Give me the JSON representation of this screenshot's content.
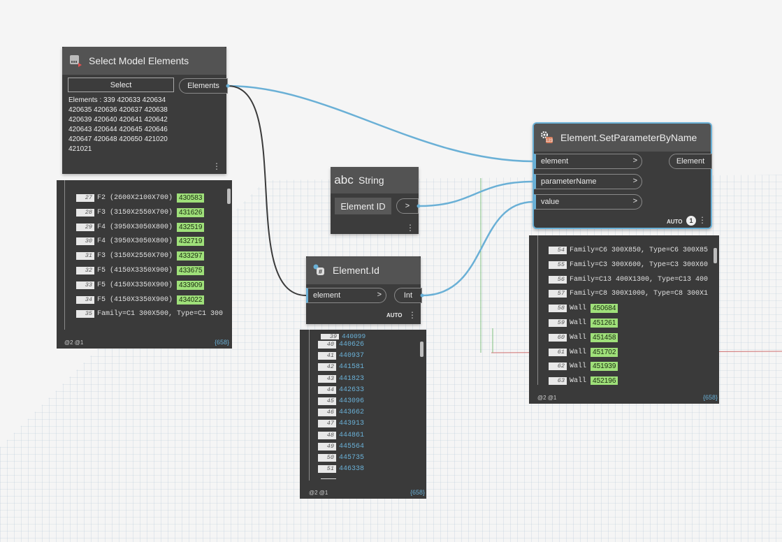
{
  "nodes": {
    "select_model": {
      "title": "Select Model Elements",
      "select_button": "Select",
      "summary": "Elements : 339 420633 420634 420635 420636 420637 420638 420639 420640 420641 420642 420643 420644 420645 420646 420647 420648 420650 421020 421021",
      "output": "Elements",
      "preview": {
        "rows": [
          {
            "idx": "27",
            "text": "F2 (2600X2100X700)",
            "value": "430583"
          },
          {
            "idx": "28",
            "text": "F3 (3150X2550X700)",
            "value": "431626"
          },
          {
            "idx": "29",
            "text": "F4 (3950X3050X800)",
            "value": "432519"
          },
          {
            "idx": "30",
            "text": "F4 (3950X3050X800)",
            "value": "432719"
          },
          {
            "idx": "31",
            "text": "F3 (3150X2550X700)",
            "value": "433297"
          },
          {
            "idx": "32",
            "text": "F5 (4150X3350X900)",
            "value": "433675"
          },
          {
            "idx": "33",
            "text": "F5 (4150X3350X900)",
            "value": "433909"
          },
          {
            "idx": "34",
            "text": "F5 (4150X3350X900)",
            "value": "434022"
          },
          {
            "idx": "35",
            "text": "Family=C1 300X500, Type=C1 300",
            "value": ""
          }
        ],
        "footer": "@2 @1",
        "count": "{658}"
      }
    },
    "string": {
      "title": "String",
      "value": "Element ID",
      "output": ">"
    },
    "element_id": {
      "title": "Element.Id",
      "input": "element",
      "output": "Int",
      "lacing": "AUTO",
      "preview": {
        "rows": [
          {
            "idx": "40",
            "value": "440626"
          },
          {
            "idx": "41",
            "value": "440937"
          },
          {
            "idx": "42",
            "value": "441581"
          },
          {
            "idx": "43",
            "value": "441823"
          },
          {
            "idx": "44",
            "value": "442633"
          },
          {
            "idx": "45",
            "value": "443096"
          },
          {
            "idx": "46",
            "value": "443662"
          },
          {
            "idx": "47",
            "value": "443913"
          },
          {
            "idx": "48",
            "value": "444861"
          },
          {
            "idx": "49",
            "value": "445564"
          },
          {
            "idx": "50",
            "value": "445735"
          },
          {
            "idx": "51",
            "value": "446338"
          }
        ],
        "footer": "@2 @1",
        "count": "{658}"
      }
    },
    "set_param": {
      "title": "Element.SetParameterByName",
      "inputs": [
        "element",
        "parameterName",
        "value"
      ],
      "output": "Element",
      "lacing": "AUTO",
      "badge": "1",
      "preview": {
        "rows": [
          {
            "idx": "54",
            "text": "Family=C6 300X850, Type=C6 300X85",
            "value": ""
          },
          {
            "idx": "55",
            "text": "Family=C3 300X600, Type=C3 300X60",
            "value": ""
          },
          {
            "idx": "56",
            "text": "Family=C13 400X1300, Type=C13 400",
            "value": ""
          },
          {
            "idx": "57",
            "text": "Family=C8 300X1000, Type=C8 300X1",
            "value": ""
          },
          {
            "idx": "58",
            "text": "Wall",
            "value": "450684"
          },
          {
            "idx": "59",
            "text": "Wall",
            "value": "451261"
          },
          {
            "idx": "60",
            "text": "Wall",
            "value": "451458"
          },
          {
            "idx": "61",
            "text": "Wall",
            "value": "451702"
          },
          {
            "idx": "62",
            "text": "Wall",
            "value": "451939"
          },
          {
            "idx": "63",
            "text": "Wall",
            "value": "452196"
          }
        ],
        "footer": "@2 @1",
        "count": "{658}"
      }
    }
  },
  "colors": {
    "wire": "#6ab0d6",
    "selected_wire": "#3a3a3a",
    "node_body": "#3c3c3c",
    "node_header": "#535353",
    "selection_border": "#6ab0d6",
    "list_highlight": "#9fe07a"
  },
  "icons": [
    "select-model-icon",
    "abc-icon",
    "gear-function-icon",
    "element-id-icon",
    "more-dots-icon",
    "chevron-right-icon"
  ]
}
